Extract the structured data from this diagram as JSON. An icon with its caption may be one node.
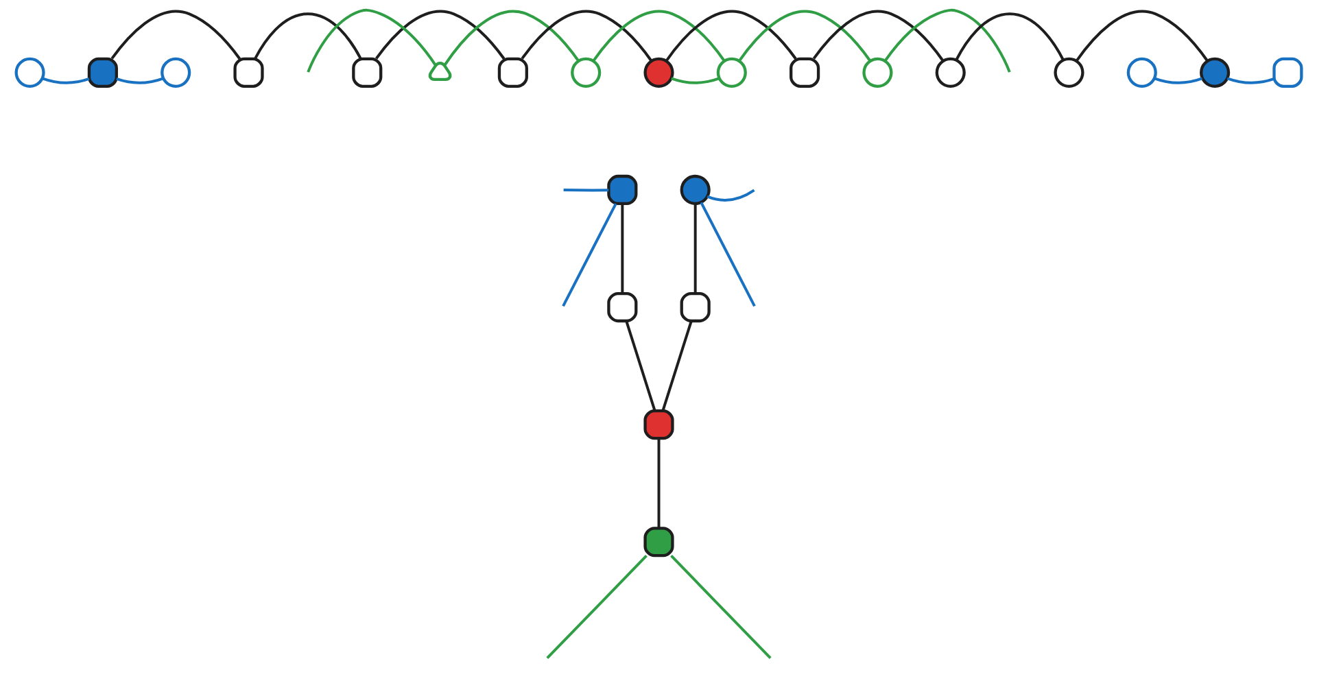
{
  "diagram": {
    "nodes": [
      {
        "text": [],
        "shape": "circle"
      },
      {
        "text": [],
        "shape": "box"
      },
      {
        "text": [],
        "shape": "circle"
      },
      {
        "text": [],
        "shape": "box"
      },
      {
        "text": [],
        "shape": "box"
      },
      {
        "text": [],
        "shape": "triangle"
      },
      {
        "text": [],
        "shape": "box"
      },
      {
        "text": [],
        "shape": "circle"
      },
      {
        "text": [],
        "shape": "circle"
      },
      {
        "text": [],
        "shape": "circle"
      },
      {
        "text": [],
        "shape": "box"
      },
      {
        "text": [],
        "shape": "circle"
      },
      {
        "text": [],
        "shape": "circle"
      },
      {
        "text": [],
        "shape": "circle"
      },
      {
        "text": [],
        "shape": "circle"
      },
      {
        "text": [],
        "shape": "circle"
      },
      {
        "text": [],
        "shape": "box"
      },
      {
        "text": [],
        "shape": "box"
      },
      {
        "text": [],
        "shape": "circle"
      },
      {
        "text": [],
        "shape": "box"
      },
      {
        "text": [],
        "shape": "box"
      },
      {
        "text": [],
        "shape": "box"
      },
      {
        "text": [],
        "shape": "box"
      }
    ],
    "edges": [
      {
        "from": 0,
        "to": 1,
        "arrow": "none",
        "color": "#1971c2"
      },
      {
        "from": 1,
        "to": 2,
        "arrow": "none",
        "color": "#1971c2"
      },
      {
        "from": 1,
        "to": 3,
        "arrow": "none"
      },
      {
        "from": 3,
        "to": 4,
        "arrow": "none"
      },
      {
        "from": null,
        "to": 5,
        "arrow": "none",
        "color": "#2f9e44"
      },
      {
        "from": 4,
        "to": 6,
        "arrow": "none"
      },
      {
        "from": 5,
        "to": 7,
        "arrow": "none",
        "color": "#2f9e44"
      },
      {
        "from": 6,
        "to": 8,
        "arrow": "none"
      },
      {
        "from": 7,
        "to": 9,
        "arrow": "none",
        "color": "#2f9e44"
      },
      {
        "from": 8,
        "to": 9,
        "arrow": "none",
        "color": "#2f9e44"
      },
      {
        "from": 8,
        "to": 10,
        "arrow": "none"
      },
      {
        "from": 9,
        "to": 11,
        "arrow": "none",
        "color": "#2f9e44"
      },
      {
        "from": 10,
        "to": 12,
        "arrow": "none"
      },
      {
        "from": 11,
        "to": null,
        "arrow": "none",
        "color": "#2f9e44"
      },
      {
        "from": 12,
        "to": 13,
        "arrow": "none"
      },
      {
        "from": 13,
        "to": 15,
        "arrow": "none"
      },
      {
        "from": 14,
        "to": 15,
        "arrow": "none",
        "color": "#1971c2"
      },
      {
        "from": 15,
        "to": 16,
        "arrow": "none",
        "color": "#1971c2"
      },
      {
        "from": null,
        "to": 17,
        "arrow": "none",
        "color": "#1971c2"
      },
      {
        "from": 17,
        "to": null,
        "arrow": "none",
        "color": "#1971c2"
      },
      {
        "from": 18,
        "to": null,
        "arrow": "none",
        "color": "#1971c2"
      },
      {
        "from": 18,
        "to": null,
        "arrow": "none",
        "color": "#1971c2"
      },
      {
        "from": 17,
        "to": 19,
        "arrow": "none"
      },
      {
        "from": 18,
        "to": 20,
        "arrow": "none"
      },
      {
        "from": 19,
        "to": 21,
        "arrow": "none"
      },
      {
        "from": 20,
        "to": 21,
        "arrow": "none"
      },
      {
        "from": 21,
        "to": 22,
        "arrow": "none"
      },
      {
        "from": 22,
        "to": null,
        "arrow": "none",
        "color": "#2f9e44"
      },
      {
        "from": 22,
        "to": null,
        "arrow": "none",
        "color": "#2f9e44"
      }
    ]
  }
}
